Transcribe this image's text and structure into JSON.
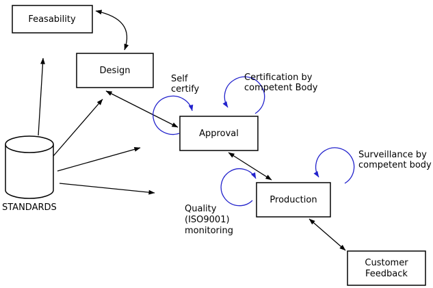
{
  "nodes": {
    "feasability": "Feasability",
    "design": "Design",
    "approval": "Approval",
    "production": "Production",
    "customer_feedback_line1": "Customer",
    "customer_feedback_line2": "Feedback",
    "standards": "STANDARDS"
  },
  "annotations": {
    "self_certify_line1": "Self",
    "self_certify_line2": "certify",
    "certification_line1": "Certification by",
    "certification_line2": "competent Body",
    "surveillance_line1": "Surveillance by",
    "surveillance_line2": "competent body",
    "quality_line1": "Quality",
    "quality_line2": "(ISO9001)",
    "quality_line3": "monitoring"
  },
  "edges": [
    "feasability <-> design",
    "design <-> approval",
    "approval <-> production",
    "production <-> customer_feedback",
    "standards -> feasability",
    "standards -> design",
    "standards -> approval",
    "standards -> production",
    "self-loop: approval (self certify)",
    "self-loop: approval (certification by competent body)",
    "self-loop: production (quality ISO9001 monitoring)",
    "self-loop: production (surveillance by competent body)"
  ],
  "colors": {
    "annotation_blue": "#2222cc",
    "line_black": "#000000",
    "node_fill": "#ffffff",
    "background": "#ffffff"
  }
}
